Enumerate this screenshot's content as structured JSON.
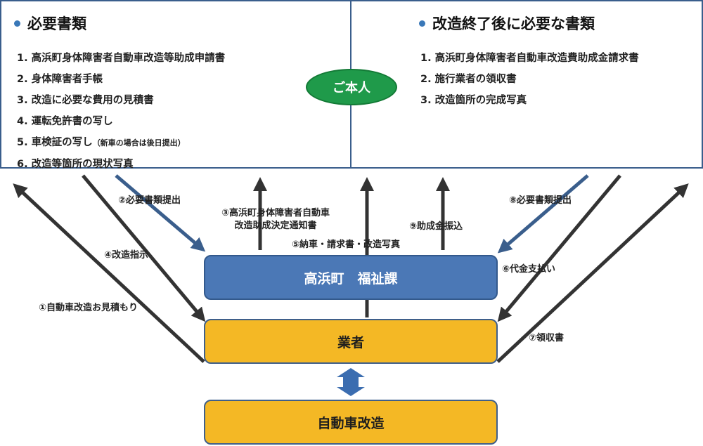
{
  "left_panel": {
    "title": "必要書類",
    "items": [
      {
        "text": "1. 高浜町身体障害者自動車改造等助成申請書",
        "note": ""
      },
      {
        "text": "2. 身体障害者手帳",
        "note": ""
      },
      {
        "text": "3. 改造に必要な費用の見積書",
        "note": ""
      },
      {
        "text": "4. 運転免許書の写し",
        "note": ""
      },
      {
        "text": "5. 車検証の写し",
        "note": "（新車の場合は後日提出）"
      },
      {
        "text": "6. 改造等箇所の現状写真",
        "note": ""
      }
    ]
  },
  "right_panel": {
    "title": "改造終了後に必要な書類",
    "items": [
      {
        "text": "1. 高浜町身体障害者自動車改造費助成金請求書"
      },
      {
        "text": "2. 施行業者の領収書"
      },
      {
        "text": "3. 改造箇所の完成写真"
      }
    ]
  },
  "center_node": "ご本人",
  "boxes": {
    "town": "高浜町　福祉課",
    "vendor": "業者",
    "modification": "自動車改造"
  },
  "steps": {
    "s1": "①自動車改造お見積もり",
    "s2": "②必要書類提出",
    "s3_line1": "③高浜町身体障害者自動車",
    "s3_line2": "改造助成決定通知書",
    "s4": "④改造指示",
    "s5": "⑤納車・請求書・改造写真",
    "s6": "⑥代金支払い",
    "s7": "⑦領収書",
    "s8": "⑧必要書類提出",
    "s9": "⑨助成金振込"
  },
  "colors": {
    "panel_border": "#3a5e8c",
    "bullet": "#3a78b8",
    "center_node": "#1f9a4a",
    "town_box": "#4b78b6",
    "vendor_box": "#f4b825",
    "arrow_dark": "#333333",
    "arrow_blue": "#3a5e8c"
  },
  "icons": {
    "bullet": "dot-icon",
    "two_way": "double-arrow-icon"
  }
}
